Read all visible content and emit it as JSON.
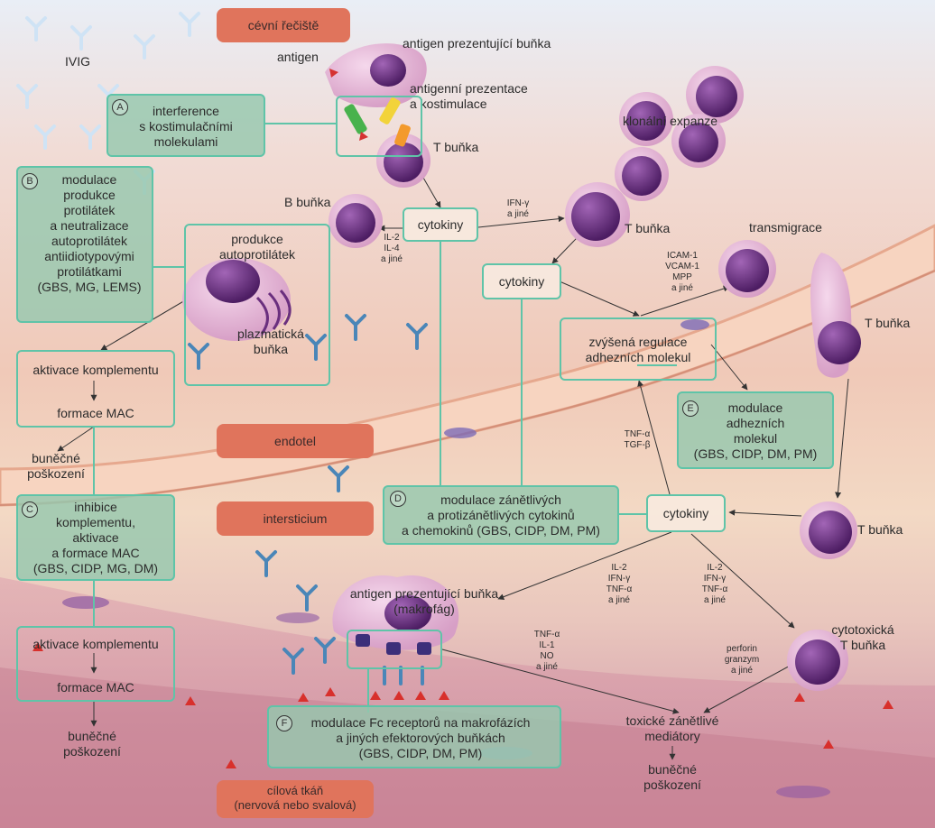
{
  "tags": {
    "vascular": "cévní řečiště",
    "endothelium": "endotel",
    "interstitium": "intersticium",
    "target": "cílová tkáň\n(nervová nebo svalová)"
  },
  "ivig": "IVIG",
  "labels": {
    "antigen": "antigen",
    "apc_top": "antigen prezentující buňka",
    "presentation": "antigenní prezentace\na kostimulace",
    "t_cell_1": "T buňka",
    "clonal": "klonální expanze",
    "b_cell": "B buňka",
    "t_cell_2": "T buňka",
    "transmigration": "transmigrace",
    "t_cell_3": "T buňka",
    "t_cell_4": "T buňka",
    "apc_mac": "antigen prezentující buňka\n(makrofág)",
    "cytotoxic": "cytotoxická\nT buňka",
    "cell_damage_1": "buněčné\npoškození",
    "cell_damage_2": "buněčné\npoškození",
    "cell_damage_3": "buněčné\npoškození",
    "toxic_mediators": "toxické zánětlivé\nmediátory"
  },
  "small": {
    "ifn": "IFN-γ\na jiné",
    "il": "IL-2\nIL-4\na jiné",
    "icam": "ICAM-1\nVCAM-1\nMPP\na jiné",
    "tnf_tgf": "TNF-α\nTGF-β",
    "left_cyt": "IL-2\nIFN-γ\nTNF-α\na jiné",
    "right_cyt": "IL-2\nIFN-γ\nTNF-α\na jiné",
    "mac_out": "TNF-α\nIL-1\nNO\na jiné",
    "perforin": "perforin\ngranzym\na jiné"
  },
  "boxes": {
    "a": {
      "badge": "A",
      "text": "interference\ns kostimulačními\nmolekulami"
    },
    "b": {
      "badge": "B",
      "text": "modulace\nprodukce\nprotilátek\na neutralizace\nautoprotilátek\nantiidiotypovými\nprotilátkami\n(GBS, MG, LEMS)"
    },
    "autoab": "produkce\nautoprotilátek",
    "plasma": "plazmatická\nbuňka",
    "complement_1": {
      "top": "aktivace komplementu",
      "bottom": "formace MAC"
    },
    "c": {
      "badge": "C",
      "text": "inhibice\nkomplementu,\naktivace\na formace MAC\n(GBS, CIDP, MG, DM)"
    },
    "complement_2": {
      "top": "aktivace komplementu",
      "bottom": "formace MAC"
    },
    "cytokines_1": "cytokiny",
    "cytokines_2": "cytokiny",
    "cytokines_3": "cytokiny",
    "adhesion": "zvýšená regulace\nadhezních molekul",
    "e": {
      "badge": "E",
      "text": "modulace\nadhezních\nmolekul\n(GBS, CIDP, DM, PM)"
    },
    "d": {
      "badge": "D",
      "text": "modulace zánětlivých\na protizánětlivých cytokinů\na chemokinů (GBS, CIDP, DM, PM)"
    },
    "f": {
      "badge": "F",
      "text": "modulace Fc receptorů na makrofázích\na jiných efektorových buňkách\n(GBS, CIDP, DM, PM)"
    }
  },
  "colors": {
    "box_border": "#5fc4a8",
    "box_fill": "#96c8af",
    "tag_fill": "#e0745c",
    "cell_nucleus": "#6a2f7e",
    "antibody": "#4a86b8"
  }
}
